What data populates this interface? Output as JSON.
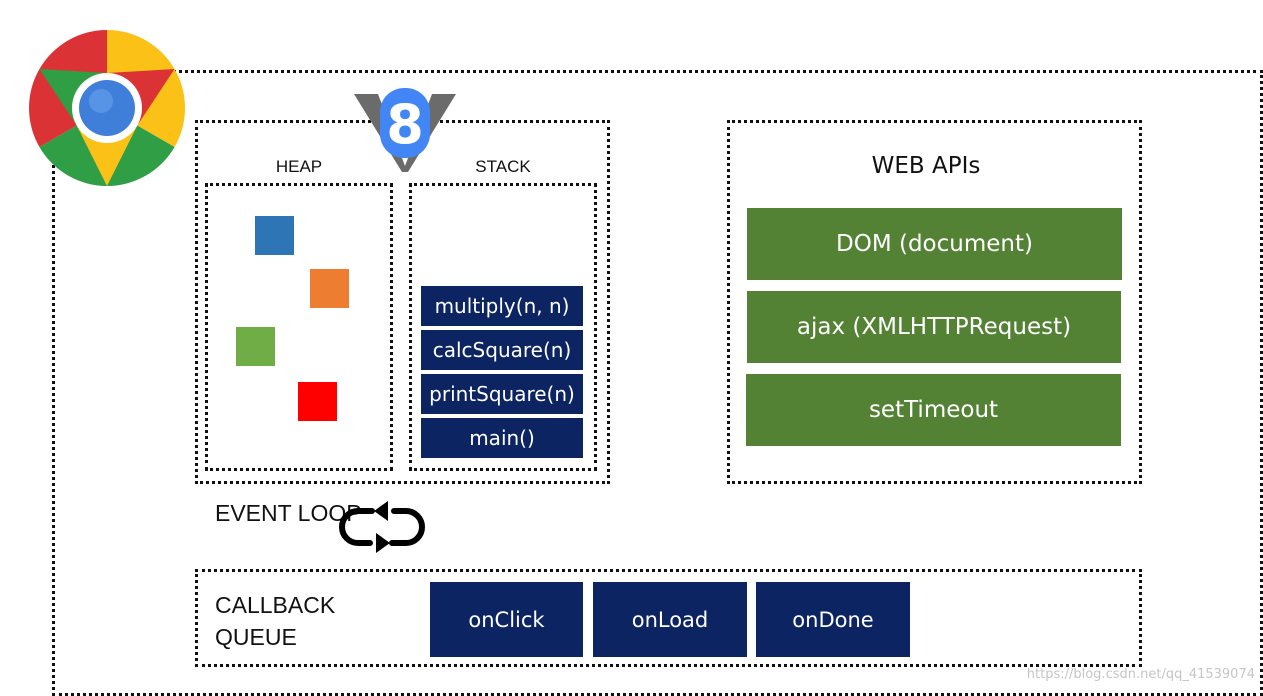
{
  "colors": {
    "frame_border": "#111111",
    "navy": "#0c2461",
    "green": "#548235",
    "heap_blue": "#2e75b6",
    "heap_orange": "#ed7d31",
    "heap_green": "#70ad47",
    "heap_red": "#ff0000"
  },
  "icons": {
    "browser": "chrome-logo",
    "engine": "v8-logo",
    "loop": "loop-arrows-icon"
  },
  "engine_logo_text": "8",
  "heap": {
    "label": "HEAP",
    "objects": [
      "heap_blue",
      "heap_orange",
      "heap_green",
      "heap_red"
    ]
  },
  "stack": {
    "label": "STACK",
    "frames": [
      "multiply(n, n)",
      "calcSquare(n)",
      "printSquare(n)",
      "main()"
    ]
  },
  "web_apis": {
    "label": "WEB APIs",
    "items": [
      "DOM (document)",
      "ajax (XMLHTTPRequest)",
      "setTimeout"
    ]
  },
  "event_loop": {
    "label": "EVENT LOOP"
  },
  "callback_queue": {
    "label_line1": "CALLBACK",
    "label_line2": "QUEUE",
    "items": [
      "onClick",
      "onLoad",
      "onDone"
    ]
  },
  "watermark": "https://blog.csdn.net/qq_41539074"
}
